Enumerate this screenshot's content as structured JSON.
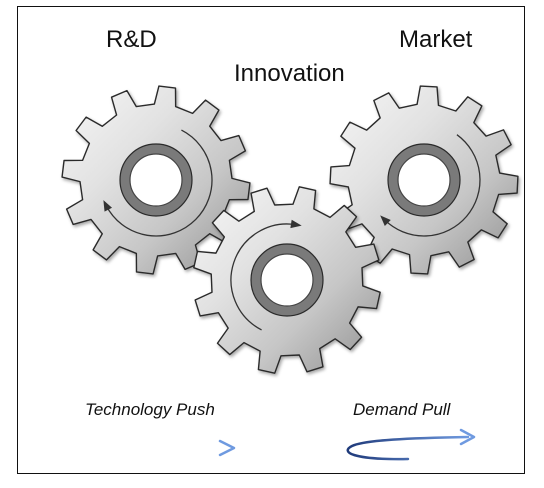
{
  "labels": {
    "rd": "R&D",
    "innovation": "Innovation",
    "market": "Market",
    "technology_push": "Technology Push",
    "demand_pull": "Demand Pull"
  },
  "colors": {
    "frame": "#111111",
    "gear_light": "#f4f4f4",
    "gear_dark": "#8f8f8f",
    "gear_outline": "#2a2a2a",
    "arrow_blue": "#4f7fd0",
    "arrow_dark_blue": "#1f3a7a"
  },
  "icons": {
    "gear_left": "gear-icon",
    "gear_center": "gear-icon",
    "gear_right": "gear-icon",
    "technology_push_arrow": "right-arrow-icon",
    "demand_pull_arrow": "curved-return-arrow-icon"
  }
}
